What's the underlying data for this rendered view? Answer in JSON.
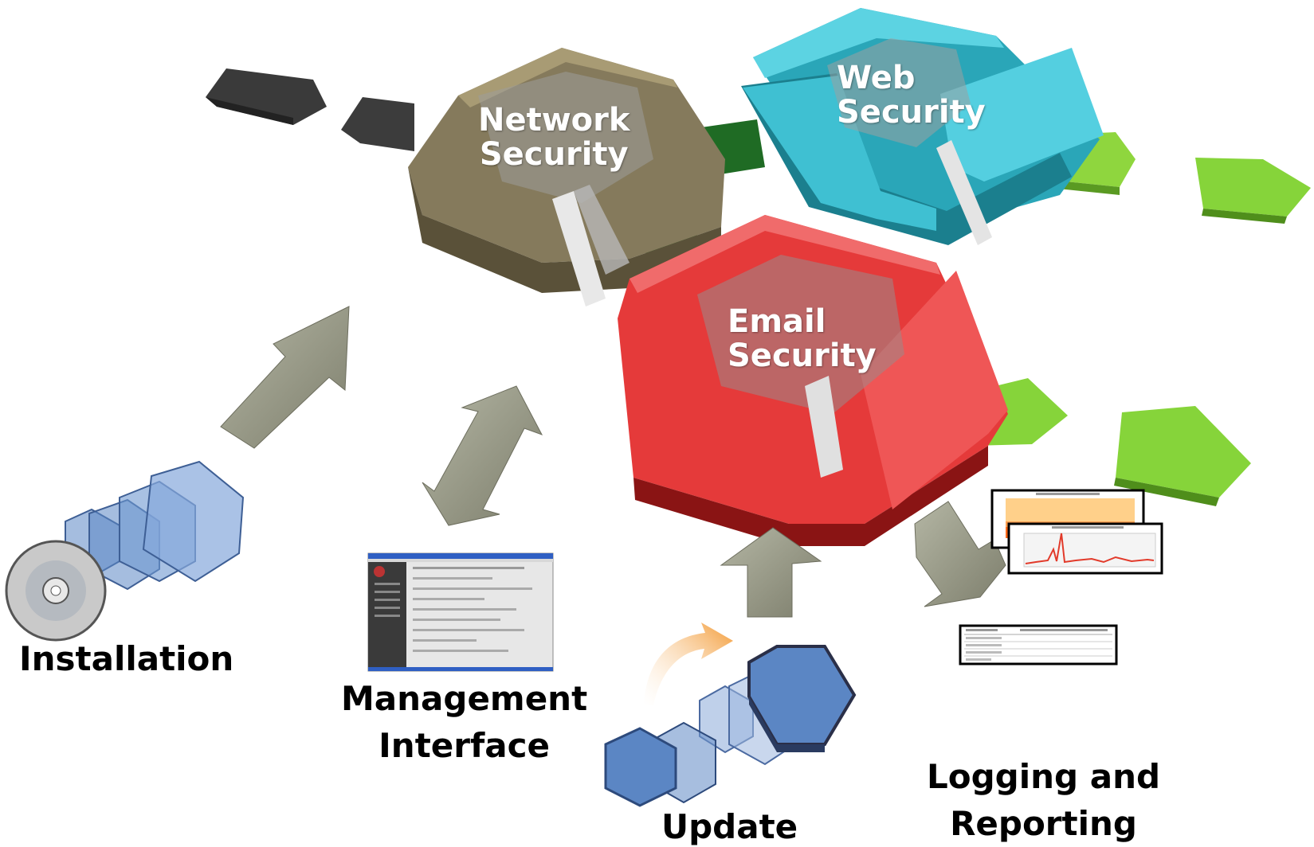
{
  "modules": {
    "network": {
      "line1": "Network",
      "line2": "Security",
      "color": "#857a5c"
    },
    "web": {
      "line1": "Web",
      "line2": "Security",
      "color": "#34b9cc"
    },
    "email": {
      "line1": "Email",
      "line2": "Security",
      "color": "#e53a3a"
    }
  },
  "captions": {
    "installation": "Installation",
    "management_line1": "Management",
    "management_line2": "Interface",
    "update": "Update",
    "logging_line1": "Logging and",
    "logging_line2": "Reporting"
  },
  "colors": {
    "arrow": "#8f9080",
    "input_chevron": "#4a4a4a",
    "output_chevron": "#86d43a",
    "connector": "#1f6b24",
    "blue_hex": "#5b86c4"
  },
  "icons": [
    "cd-disc-icon",
    "management-screenshot-icon",
    "report-chart-icon",
    "report-table-icon",
    "update-curved-arrow-icon"
  ]
}
